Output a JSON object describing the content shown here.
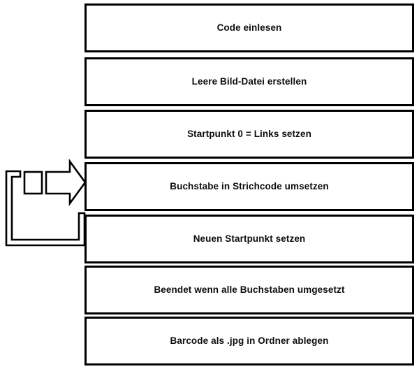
{
  "diagram": {
    "type": "flowchart",
    "language": "de",
    "background_color": "#ffffff",
    "line_color": "#000000",
    "text_color": "#0d0d0d",
    "steps": [
      {
        "id": "step-1",
        "label": "Code einlesen"
      },
      {
        "id": "step-2",
        "label": "Leere Bild-Datei erstellen"
      },
      {
        "id": "step-3",
        "label": "Startpunkt 0 = Links setzen"
      },
      {
        "id": "step-4",
        "label": "Buchstabe in Strichcode umsetzen"
      },
      {
        "id": "step-5",
        "label": "Neuen Startpunkt setzen"
      },
      {
        "id": "step-6",
        "label": "Beendet wenn alle Buchstaben umgesetzt"
      },
      {
        "id": "step-7",
        "label": "Barcode als .jpg in Ordner ablegen"
      }
    ],
    "connectors": [
      {
        "id": "loop-back",
        "kind": "loop-arrow",
        "from_step": "step-5",
        "to_step": "step-4",
        "direction": "right",
        "label": ""
      }
    ]
  }
}
